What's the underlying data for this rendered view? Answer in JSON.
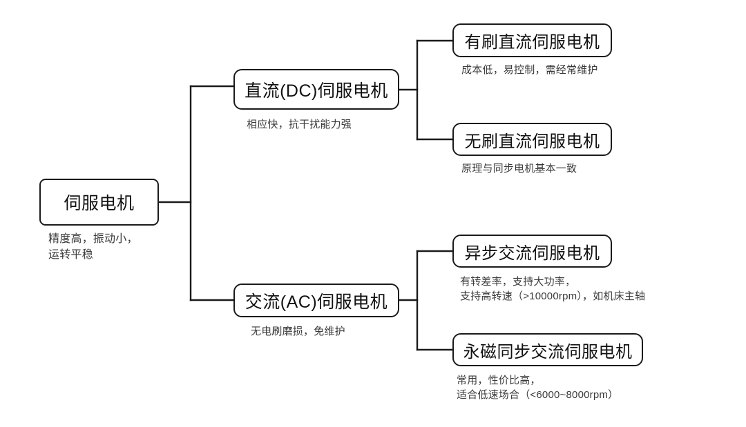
{
  "diagram": {
    "title_node": "伺服电机",
    "type": "tree-mindmap",
    "stroke_color": "#1a1a1a",
    "caption_color": "#3a3a3a",
    "background": "#ffffff",
    "nodes": {
      "root": {
        "label": "伺服电机",
        "caption": "精度高，振动小，\n运转平稳"
      },
      "dc": {
        "label": "直流(DC)伺服电机",
        "caption": "相应快，抗干扰能力强"
      },
      "ac": {
        "label": "交流(AC)伺服电机",
        "caption": "无电刷磨损，免维护"
      },
      "brush": {
        "label": "有刷直流伺服电机",
        "caption": "成本低，易控制，需经常维护"
      },
      "brushless": {
        "label": "无刷直流伺服电机",
        "caption": "原理与同步电机基本一致"
      },
      "async": {
        "label": "异步交流伺服电机",
        "caption": "有转差率，支持大功率，\n支持高转速（>10000rpm），如机床主轴"
      },
      "pmsm": {
        "label": "永磁同步交流伺服电机",
        "caption": "常用，性价比高，\n适合低速场合（<6000~8000rpm）"
      }
    }
  }
}
